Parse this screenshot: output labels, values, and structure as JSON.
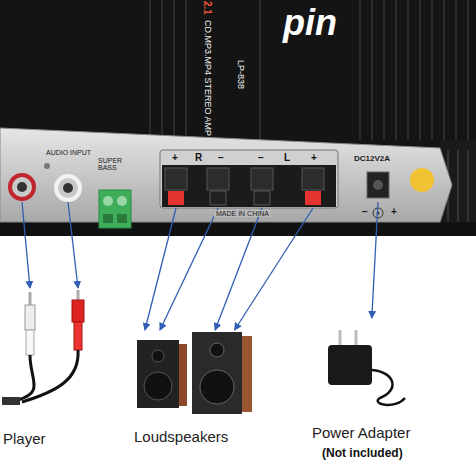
{
  "diagram": {
    "nodes": [
      {
        "text": [
          "pin",
          "2.1",
          "CD.MP3.MP4 STEREO AMP",
          "LP-838"
        ]
      },
      {
        "text": [
          "AUDIO INPUT"
        ],
        "in": 0
      },
      {
        "text": [
          "SUPER BASS"
        ],
        "in": 0
      },
      {
        "text": [
          "+",
          "R",
          "−",
          "−",
          "L",
          "+"
        ],
        "in": 0
      },
      {
        "text": [
          "DC12V2A"
        ],
        "in": 0
      },
      {
        "text": [
          "Player"
        ]
      },
      {
        "text": [
          "Loudspeakers"
        ]
      },
      {
        "text": [
          "Power Adapter",
          "(Not included)"
        ]
      }
    ],
    "edges": [
      {
        "from": 1,
        "to": 5,
        "arrow": "to"
      },
      {
        "from": 1,
        "to": 5,
        "arrow": "to"
      },
      {
        "from": 3,
        "to": 6,
        "arrow": "to"
      },
      {
        "from": 3,
        "to": 6,
        "arrow": "to"
      },
      {
        "from": 3,
        "to": 6,
        "arrow": "to"
      },
      {
        "from": 3,
        "to": 6,
        "arrow": "to"
      },
      {
        "from": 4,
        "to": 7,
        "arrow": "to"
      }
    ],
    "labels": [
      "MADE IN CHINA",
      "−",
      "+"
    ]
  }
}
